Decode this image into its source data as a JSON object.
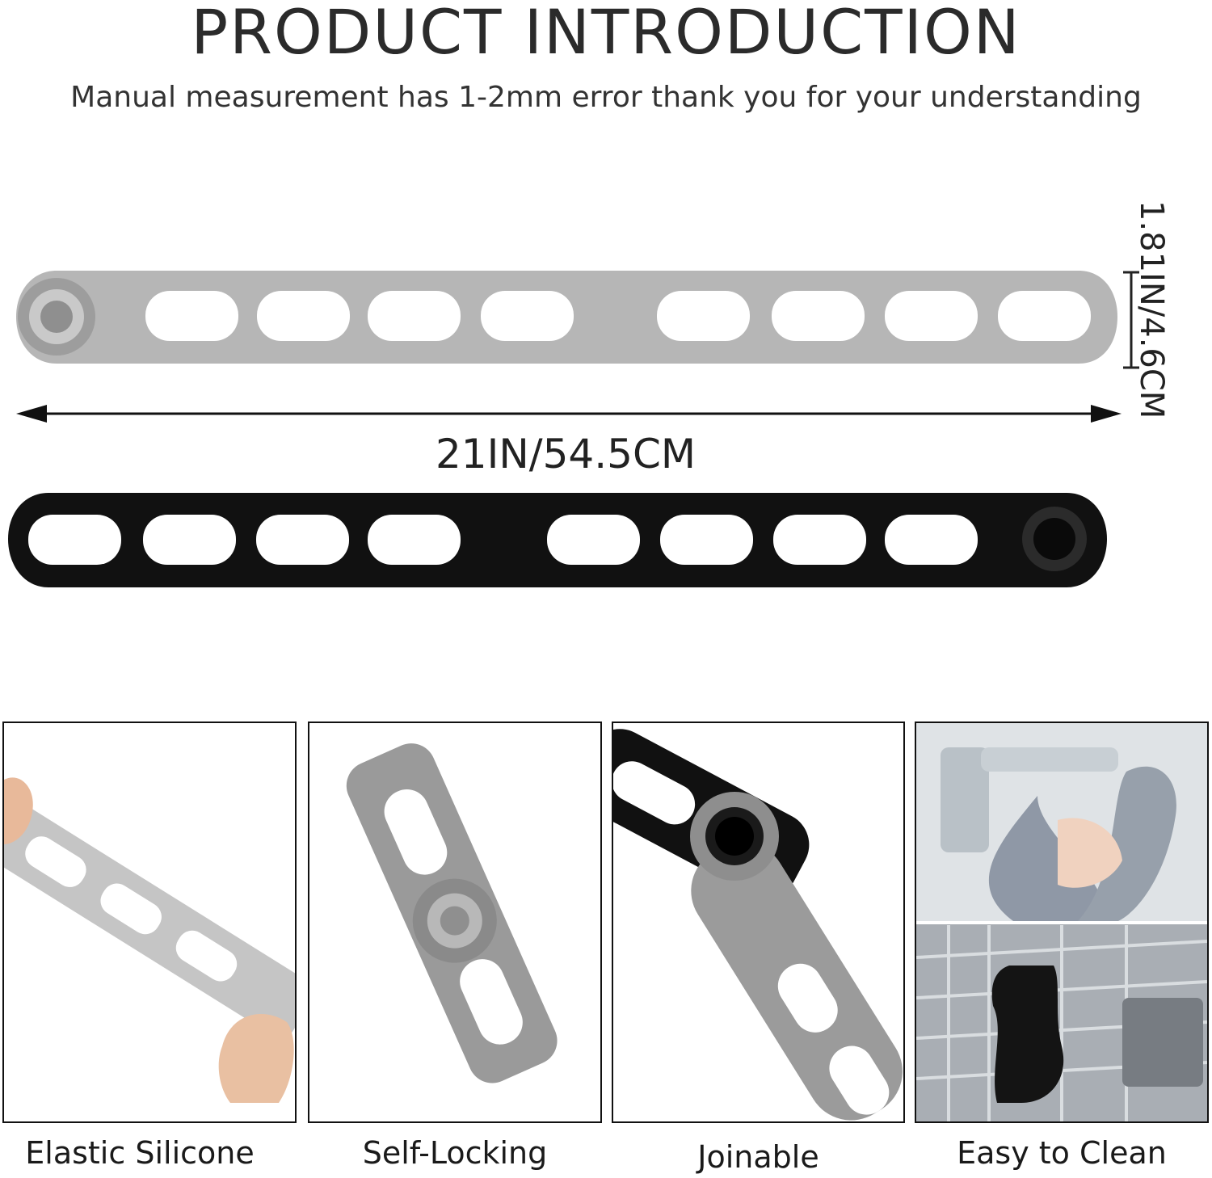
{
  "header": {
    "title": "PRODUCT INTRODUCTION",
    "subtitle": "Manual measurement has 1-2mm error  thank you for your understanding"
  },
  "dimensions": {
    "length": "21IN/54.5CM",
    "width": "1.81IN/4.6CM"
  },
  "colors": {
    "strap_gray": "#b3b3b3",
    "strap_black": "#111111",
    "button_gray": "#999999"
  },
  "features": [
    {
      "label": "Elastic Silicone",
      "icon": "stretched-strap-image"
    },
    {
      "label": "Self-Locking",
      "icon": "locked-strap-image"
    },
    {
      "label": "Joinable",
      "icon": "joined-straps-image"
    },
    {
      "label": "Easy to Clean",
      "icon": "washing-image"
    }
  ]
}
